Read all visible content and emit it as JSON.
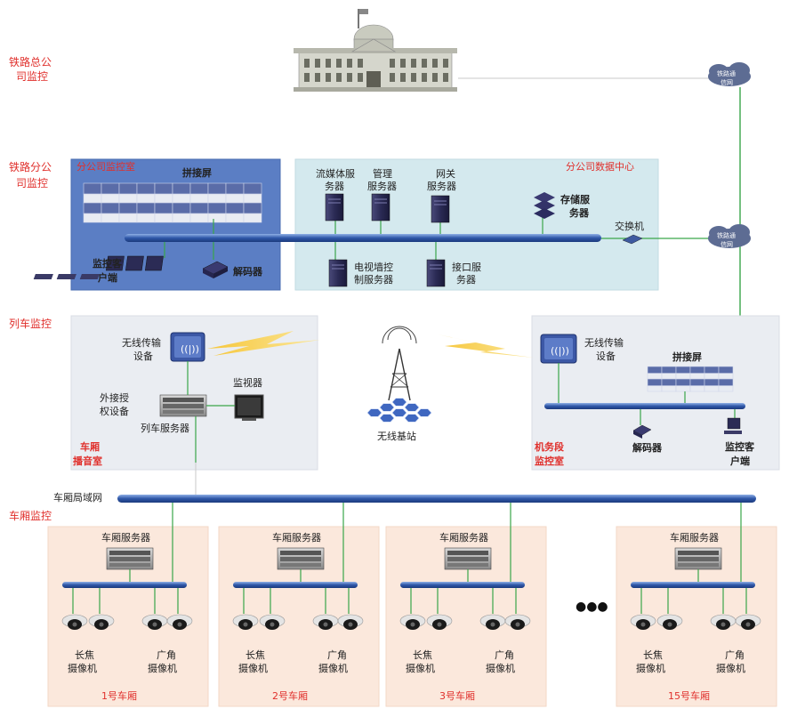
{
  "levels": {
    "hq": [
      "铁路总公",
      "司监控"
    ],
    "branch": [
      "铁路分公",
      "司监控"
    ],
    "train": "列车监控",
    "carriage": "车厢监控"
  },
  "cloud_label": [
    "铁路通",
    "信网"
  ],
  "branch_monitor_room": {
    "title": "分公司监控室",
    "video_wall": "拼接屏",
    "client": [
      "监控客",
      "户端"
    ],
    "decoder": "解码器"
  },
  "data_center": {
    "title": "分公司数据中心",
    "streaming": [
      "流媒体服",
      "务器"
    ],
    "management": [
      "管理",
      "服务器"
    ],
    "gateway": [
      "网关",
      "服务器"
    ],
    "storage": [
      "存储服",
      "务器"
    ],
    "switch": "交换机",
    "tv_wall": [
      "电视墙控",
      "制服务器"
    ],
    "interface": [
      "接口服",
      "务器"
    ]
  },
  "broadcast_room": {
    "title": [
      "车厢",
      "播音室"
    ],
    "wireless": [
      "无线传输",
      "设备"
    ],
    "external_auth": [
      "外接授",
      "权设备"
    ],
    "monitor": "监视器",
    "train_server": "列车服务器"
  },
  "base_station": "无线基站",
  "depot_room": {
    "title": [
      "机务段",
      "监控室"
    ],
    "wireless": [
      "无线传输",
      "设备"
    ],
    "video_wall": "拼接屏",
    "decoder": "解码器",
    "client": [
      "监控客",
      "户端"
    ]
  },
  "carriage_lan": "车厢局域网",
  "carriages": [
    {
      "server": "车厢服务器",
      "tele": [
        "长焦",
        "摄像机"
      ],
      "wide": [
        "广角",
        "摄像机"
      ],
      "name": "1号车厢"
    },
    {
      "server": "车厢服务器",
      "tele": [
        "长焦",
        "摄像机"
      ],
      "wide": [
        "广角",
        "摄像机"
      ],
      "name": "2号车厢"
    },
    {
      "server": "车厢服务器",
      "tele": [
        "长焦",
        "摄像机"
      ],
      "wide": [
        "广角",
        "摄像机"
      ],
      "name": "3号车厢"
    },
    {
      "server": "车厢服务器",
      "tele": [
        "长焦",
        "摄像机"
      ],
      "wide": [
        "广角",
        "摄像机"
      ],
      "name": "15号车厢"
    }
  ],
  "ellipsis": "●●●",
  "colors": {
    "level_red": "#e0302c",
    "monitor_room_blue": "#5b7ec4",
    "data_center_cyan": "#d4e9ee",
    "train_gray": "#eaedf2",
    "carriage_peach": "#fbe8dc",
    "bus_blue": "#2f57a8",
    "link_green": "#3aa64a"
  }
}
